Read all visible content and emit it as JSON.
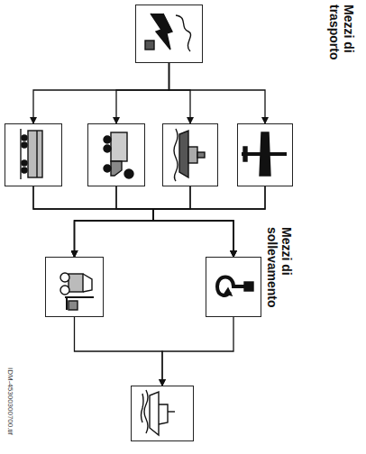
{
  "diagram": {
    "nodes": [
      {
        "text": []
      },
      {
        "text": []
      },
      {
        "text": []
      },
      {
        "text": []
      },
      {
        "text": []
      },
      {
        "text": []
      },
      {
        "text": []
      },
      {
        "text": []
      }
    ],
    "edges": [
      {
        "from": 0,
        "to": 1,
        "arrow": "to"
      },
      {
        "from": 0,
        "to": 2,
        "arrow": "to"
      },
      {
        "from": 0,
        "to": 3,
        "arrow": "to"
      },
      {
        "from": 0,
        "to": 4,
        "arrow": "to"
      },
      {
        "from": 1,
        "to": 5,
        "arrow": "to"
      },
      {
        "from": 1,
        "to": 6,
        "arrow": "to"
      },
      {
        "from": 2,
        "to": 5,
        "arrow": "to"
      },
      {
        "from": 2,
        "to": 6,
        "arrow": "to"
      },
      {
        "from": 3,
        "to": 5,
        "arrow": "to"
      },
      {
        "from": 3,
        "to": 6,
        "arrow": "to"
      },
      {
        "from": 4,
        "to": 5,
        "arrow": "to"
      },
      {
        "from": 4,
        "to": 6,
        "arrow": "to"
      },
      {
        "from": 5,
        "to": 7,
        "arrow": "to"
      },
      {
        "from": 6,
        "to": 7,
        "arrow": "to"
      }
    ],
    "labels": [
      "Mezzi di trasporto",
      "Mezzi di sollevamento",
      "IDM-45300300700.tif"
    ]
  }
}
